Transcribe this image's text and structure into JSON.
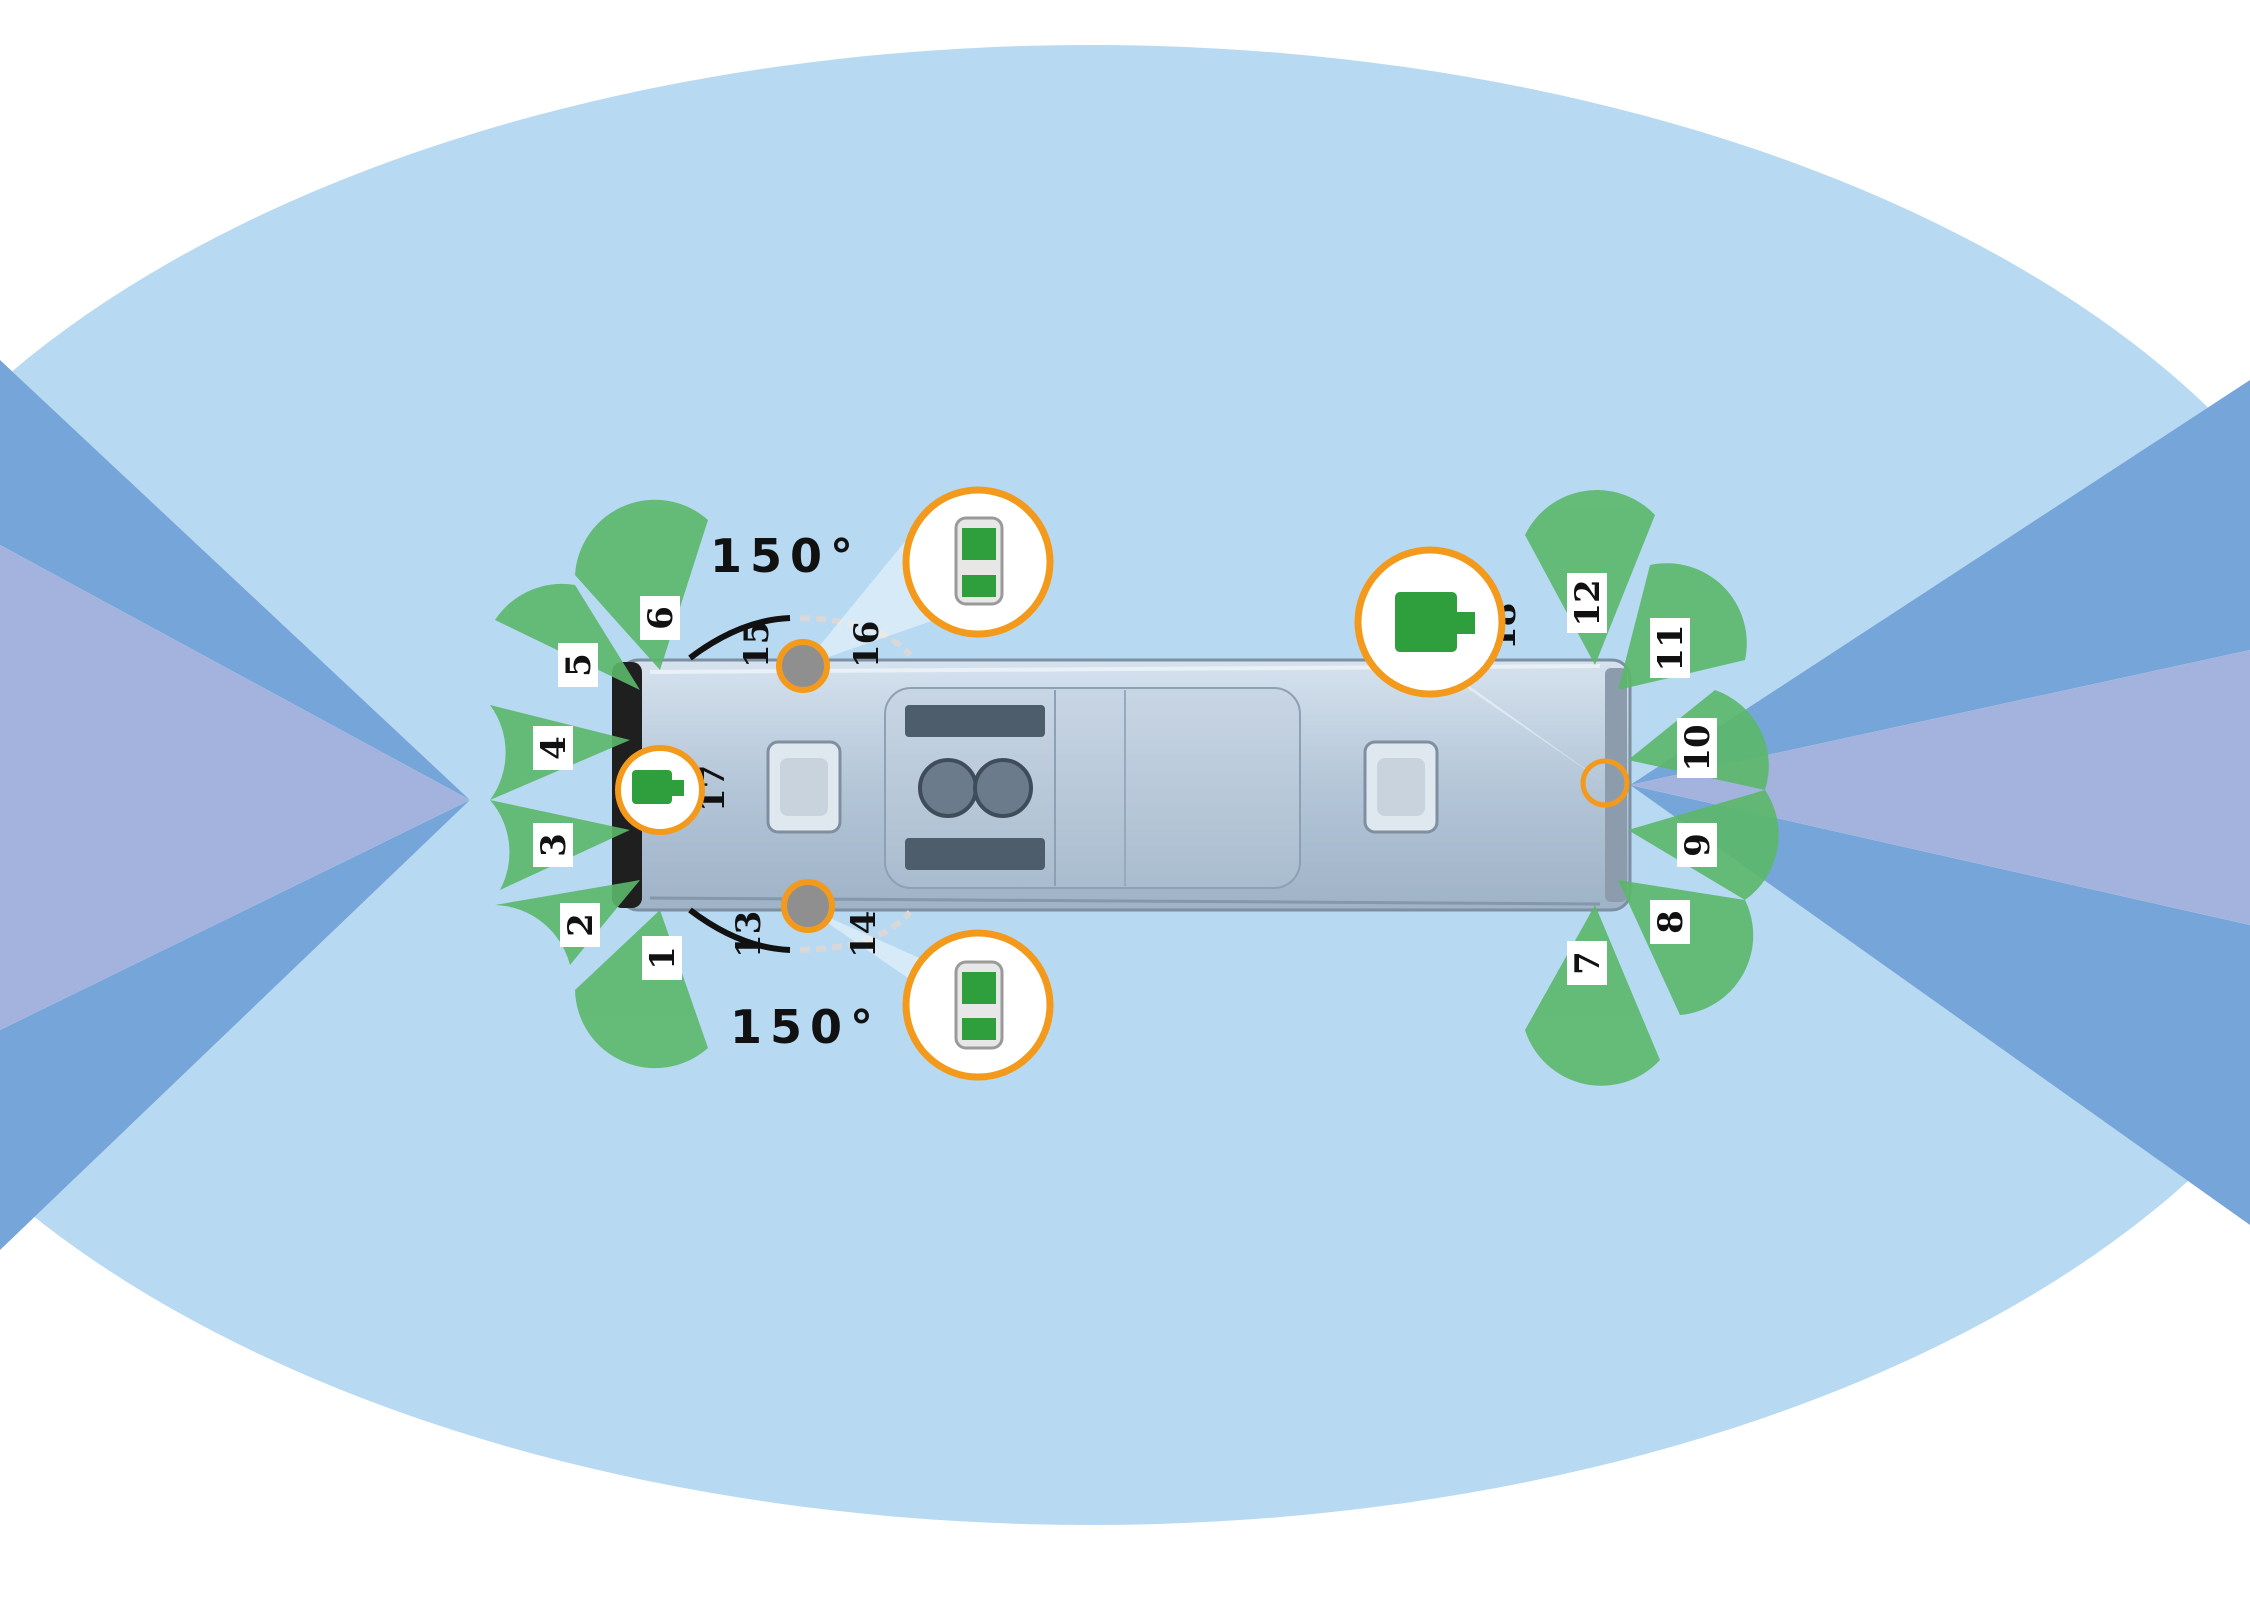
{
  "colors": {
    "background": "#ffffff",
    "coverage_light": "#b7d9f2",
    "beam_dark": "#76a6d9",
    "beam_center": "#a3b3de",
    "sensor_green": "#5bb86a",
    "camera_green": "#2f9e3c",
    "highlight_orange": "#f39a1c",
    "bus_body": "#bcccdc"
  },
  "angles": {
    "top": "150°",
    "bottom": "150°"
  },
  "sensors": [
    "1",
    "2",
    "3",
    "4",
    "5",
    "6",
    "7",
    "8",
    "9",
    "10",
    "11",
    "12"
  ],
  "cameras": {
    "c13": "13",
    "c14": "14",
    "c15": "15",
    "c16": "16",
    "c17": "17",
    "c18": "18"
  }
}
